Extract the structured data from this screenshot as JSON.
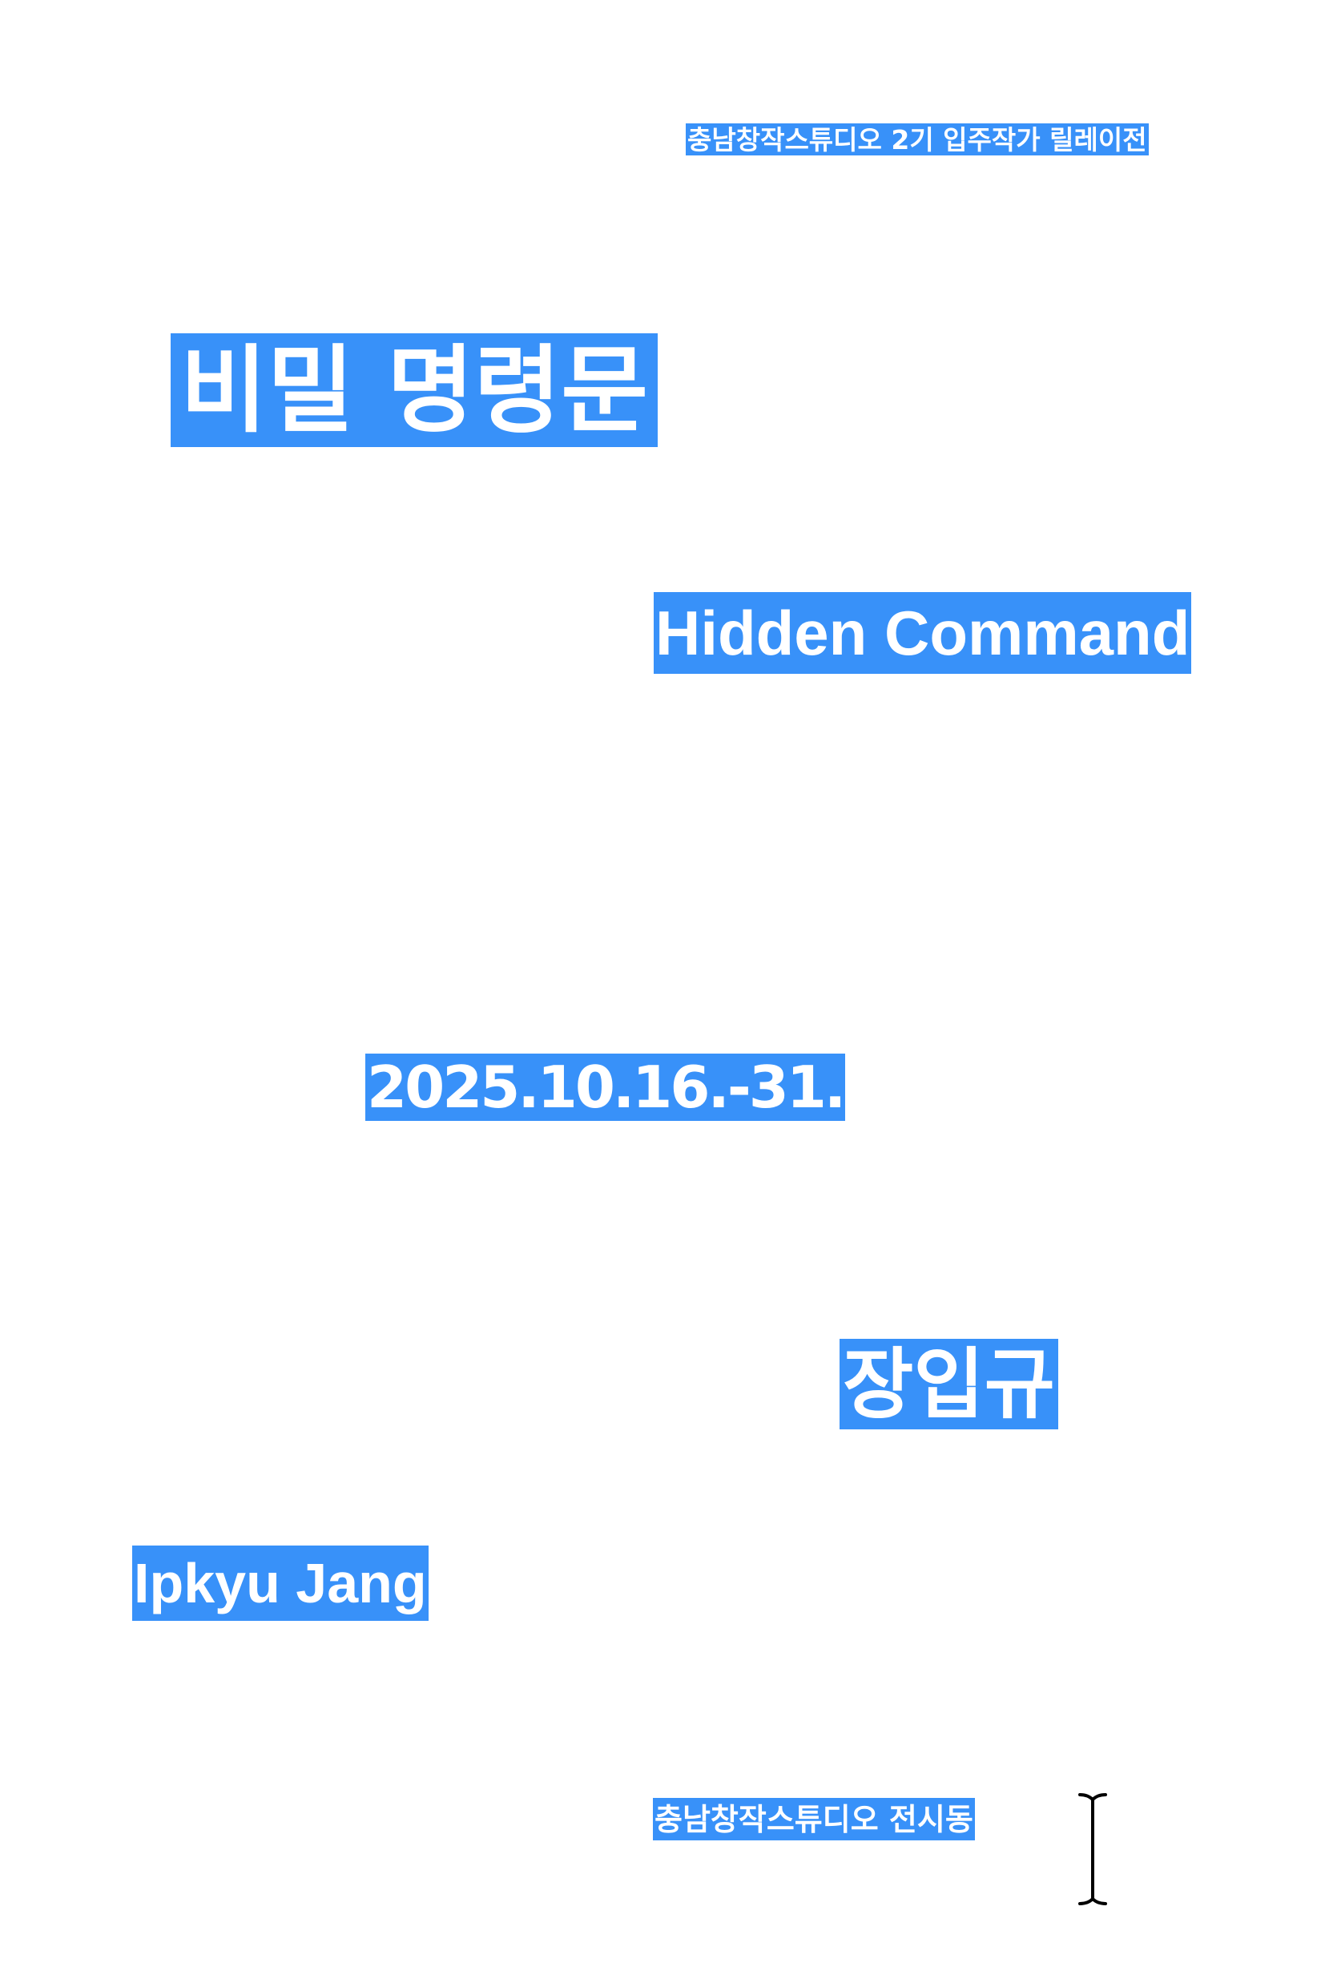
{
  "subtitle": "충남창작스튜디오 2기 입주작가 릴레이전",
  "title_kr": "비밀 명령문",
  "title_en": "Hidden Command",
  "dates": "2025.10.16.-31.",
  "artist_kr": "장입규",
  "artist_en": "Ipkyu Jang",
  "venue": "충남창작스튜디오 전시동",
  "colors": {
    "highlight": "#3891f9",
    "text": "#ffffff",
    "background": "#ffffff",
    "cursor": "#000000"
  },
  "icons": {
    "cursor": "i-beam-text-cursor-icon"
  }
}
